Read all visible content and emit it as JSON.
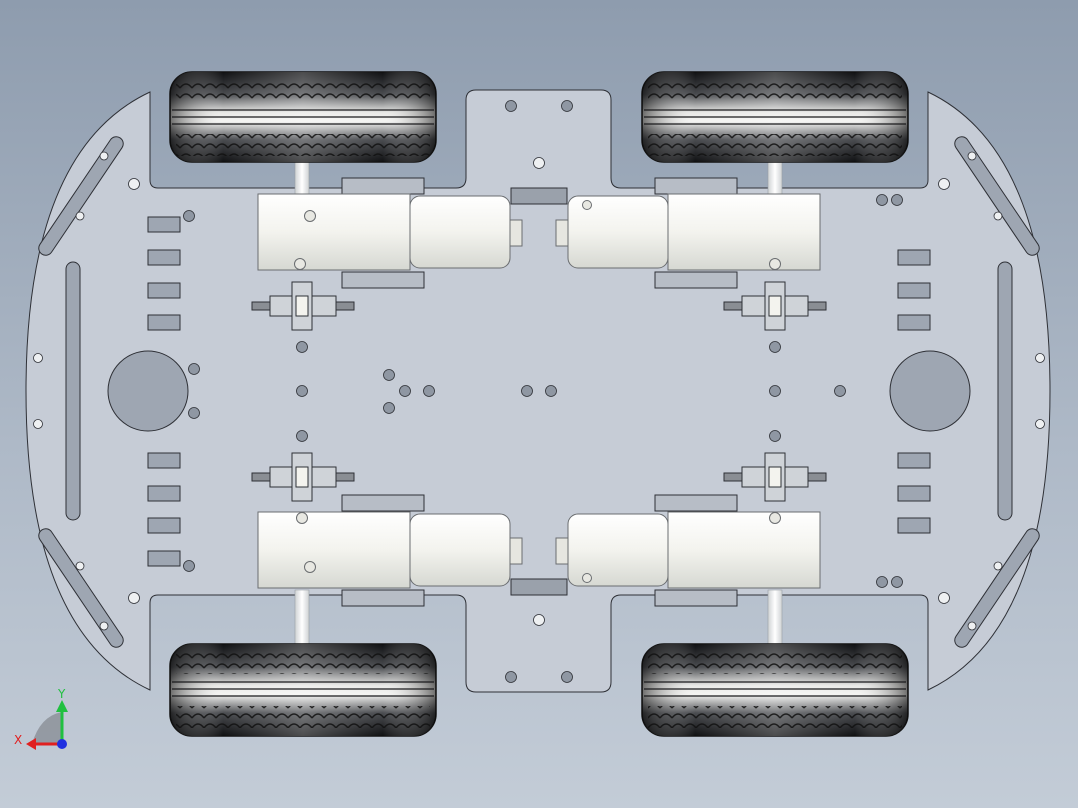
{
  "viewport": {
    "background_top": "#8e9cae",
    "background_bottom": "#c3ccd7"
  },
  "model": {
    "plate_color": "#c6ccd6",
    "edge_color": "#2e3036",
    "tire_color": "#2a2b2e",
    "motor_color": "#f1f1ea",
    "wheel_count": 4,
    "motor_count": 4
  },
  "triad": {
    "x_label": "X",
    "y_label": "Y",
    "x_color": "#e02020",
    "y_color": "#20c040",
    "z_color": "#2030e0"
  }
}
